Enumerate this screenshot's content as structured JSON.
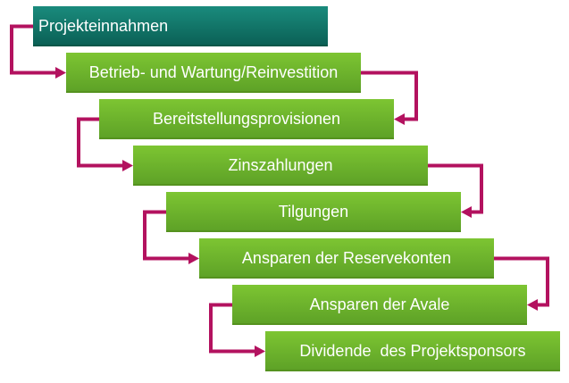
{
  "diagram": {
    "description": "Cash flow cascade / waterfall of a project financing",
    "boxes": [
      {
        "label": "Projekteinnahmen",
        "variant": "teal"
      },
      {
        "label": "Betrieb- und Wartung/Reinvestition",
        "variant": "green"
      },
      {
        "label": "Bereitstellungsprovisionen",
        "variant": "green"
      },
      {
        "label": "Zinszahlungen",
        "variant": "green"
      },
      {
        "label": "Tilgungen",
        "variant": "green"
      },
      {
        "label": "Ansparen der Reservekonten",
        "variant": "green"
      },
      {
        "label": "Ansparen der Avale",
        "variant": "green"
      },
      {
        "label": "Dividende  des Projektsponsors",
        "variant": "green"
      }
    ],
    "flow_order": "top box cascades down step by step, arrows alternating on left and right sides"
  },
  "colors": {
    "teal_top": "#1A8B7D",
    "teal_bottom": "#0B6156",
    "teal_edge": "#095749",
    "green_top": "#7DC532",
    "green_bottom": "#5EA227",
    "green_edge": "#55921F",
    "arrow": "#B3125F",
    "label_text": "#FFFFFF",
    "background": "#FFFFFF"
  }
}
